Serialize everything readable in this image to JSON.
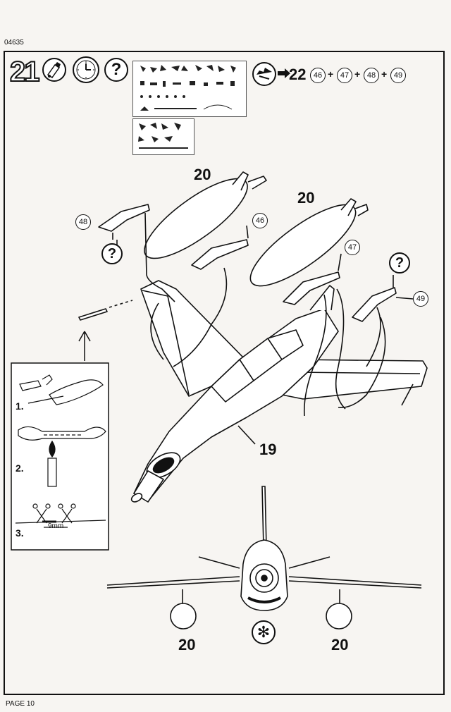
{
  "header": {
    "code": "04635",
    "step_number": "21"
  },
  "footer": {
    "page": "PAGE 10"
  },
  "top_icons": {
    "question": "?",
    "next_step_arrow_target": "22",
    "parts": [
      "46",
      "47",
      "48",
      "49"
    ],
    "plus": "+"
  },
  "callouts": {
    "tank_left": "20",
    "tank_right": "20",
    "p48": "48",
    "p46": "46",
    "p47": "47",
    "p49": "49",
    "fuselage": "19",
    "q1": "?",
    "q2": "?"
  },
  "inset": {
    "steps": [
      "1.",
      "2.",
      "3."
    ],
    "measure": "9mm"
  },
  "front_view": {
    "tank_left": "20",
    "tank_right": "20"
  }
}
